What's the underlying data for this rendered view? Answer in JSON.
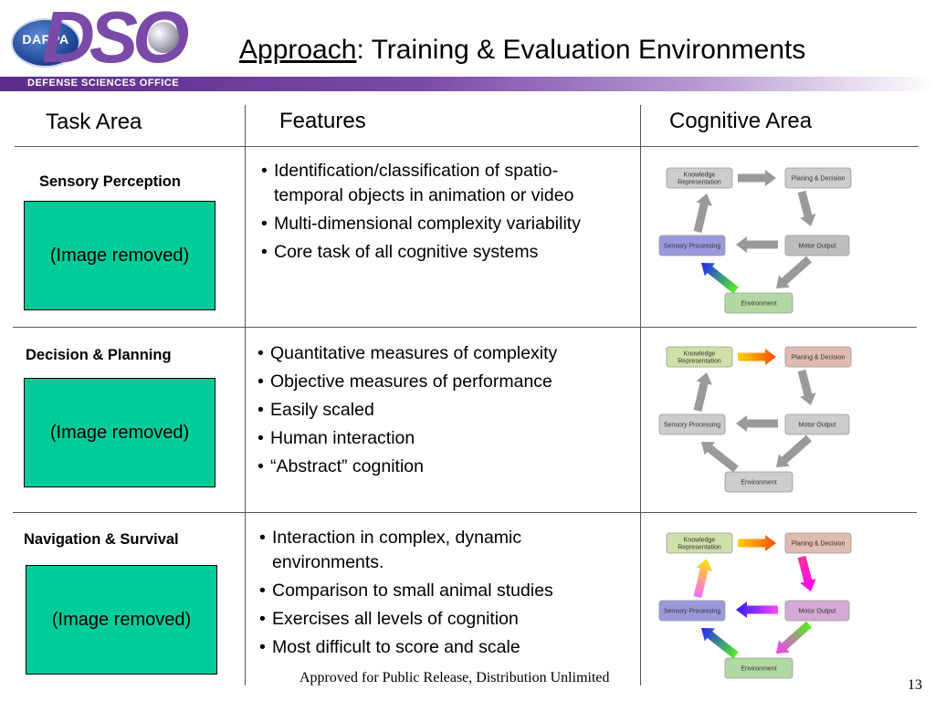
{
  "header": {
    "logo_darpa": "DARPA",
    "logo_dso": "DSO",
    "band_text": "DEFENSE SCIENCES OFFICE",
    "title_underlined": "Approach",
    "title_rest": ": Training & Evaluation Environments"
  },
  "columns": [
    "Task Area",
    "Features",
    "Cognitive Area"
  ],
  "rows": [
    {
      "label": "Sensory Perception",
      "image_text": "(Image removed)",
      "features": [
        "Identification/classification of spatio-temporal objects in animation or video",
        "Multi-dimensional complexity variability",
        "Core task of all cognitive systems"
      ]
    },
    {
      "label": "Decision & Planning",
      "image_text": "(Image removed)",
      "features": [
        "Quantitative measures of complexity",
        "Objective measures of performance",
        "Easily scaled",
        "Human interaction",
        "“Abstract” cognition"
      ]
    },
    {
      "label": "Navigation & Survival",
      "image_text": "(Image removed)",
      "features": [
        "Interaction in complex, dynamic environments.",
        "Comparison to small animal studies",
        "Exercises all levels of cognition",
        "Most difficult to score and scale"
      ]
    }
  ],
  "diagram": {
    "nodes": {
      "kr": [
        "Knowledge",
        "Representation"
      ],
      "pd": "Planing & Decision",
      "mo": "Motor Output",
      "sp": "Sensory Processing",
      "env": "Environment"
    },
    "states": [
      {
        "colors": {
          "kr": "#cccccc",
          "pd": "#cccccc",
          "mo": "#bdbdbd",
          "sp": "#9999dd",
          "env": "#b3d9a3"
        },
        "arrows": {
          "kr_pd": "gray",
          "pd_mo": "gray",
          "mo_sp": "gray",
          "mo_env": "gray",
          "env_sp": "rainbow",
          "sp_kr": "gray"
        }
      },
      {
        "colors": {
          "kr": "#cfe0a8",
          "pd": "#e0bcb0",
          "mo": "#cccccc",
          "sp": "#cccccc",
          "env": "#cccccc"
        },
        "arrows": {
          "kr_pd": "orange",
          "pd_mo": "gray",
          "mo_sp": "gray",
          "mo_env": "gray",
          "env_sp": "gray",
          "sp_kr": "gray"
        }
      },
      {
        "colors": {
          "kr": "#cfe0a8",
          "pd": "#e0bcb0",
          "mo": "#d4a9d4",
          "sp": "#9999dd",
          "env": "#b3d9a3"
        },
        "arrows": {
          "kr_pd": "orange",
          "pd_mo": "magenta",
          "mo_sp": "violet",
          "mo_env": "rainbow2",
          "env_sp": "rainbow",
          "sp_kr": "rainbow3"
        }
      }
    ]
  },
  "footer": {
    "text": "Approved for Public Release, Distribution Unlimited",
    "page": "13"
  }
}
